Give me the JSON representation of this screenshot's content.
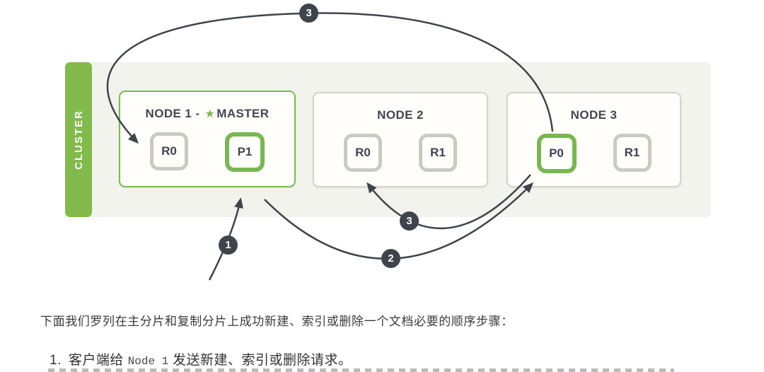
{
  "colors": {
    "cluster_bar_green": "#82ba4b",
    "master_border_green": "#7cb94e",
    "primary_shard_green": "#79b752",
    "replica_shard_gray": "#c9cac2",
    "cluster_bg": "#f2f3ec",
    "arrow_dark": "#3e444c",
    "text_dark": "#3b3b3b"
  },
  "cluster": {
    "label": "CLUSTER",
    "nodes": [
      {
        "title_prefix": "NODE 1 - ",
        "title_suffix": "MASTER",
        "is_master": true,
        "shards": [
          {
            "label": "R0",
            "type": "replica"
          },
          {
            "label": "P1",
            "type": "primary"
          }
        ]
      },
      {
        "title": "NODE 2",
        "is_master": false,
        "shards": [
          {
            "label": "R0",
            "type": "replica"
          },
          {
            "label": "R1",
            "type": "replica"
          }
        ]
      },
      {
        "title": "NODE 3",
        "is_master": false,
        "shards": [
          {
            "label": "P0",
            "type": "primary"
          },
          {
            "label": "R1",
            "type": "replica"
          }
        ]
      }
    ]
  },
  "icons": {
    "master_star": "★"
  },
  "badges": {
    "step1": "1",
    "step2": "2",
    "step3_top": "3",
    "step3_mid": "3"
  },
  "caption": "下面我们罗列在主分片和复制分片上成功新建、索引或删除一个文档必要的顺序步骤：",
  "steps": [
    {
      "number": "1.",
      "prefix": "客户端给 ",
      "code": "Node 1",
      "suffix": " 发送新建、索引或删除请求。"
    }
  ]
}
